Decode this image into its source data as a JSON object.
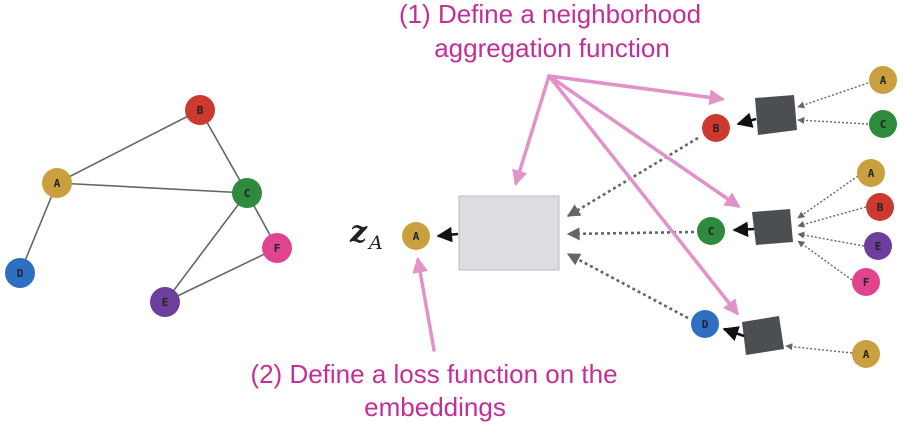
{
  "captions": {
    "step1_line1": "(1) Define a neighborhood",
    "step1_line2": "aggregation function",
    "step2_line1": "(2) Define a loss function on the",
    "step2_line2": "embeddings"
  },
  "embedding_label": {
    "main": "z",
    "subscript": "A"
  },
  "colors": {
    "A": "#c9a03d",
    "B": "#cc3a2f",
    "C": "#2e8a3c",
    "D": "#2f6fc2",
    "E": "#6d3f9c",
    "F": "#e0448f",
    "caption": "#c22f98",
    "aggregator": "#4b4f54",
    "loss_box": "#dcdde0",
    "graph_edge": "#666666",
    "dotted_edge": "#666666"
  },
  "graph": {
    "nodes": [
      "A",
      "B",
      "C",
      "D",
      "E",
      "F"
    ],
    "edges": [
      [
        "A",
        "B"
      ],
      [
        "A",
        "C"
      ],
      [
        "B",
        "C"
      ],
      [
        "A",
        "D"
      ],
      [
        "C",
        "E"
      ],
      [
        "C",
        "F"
      ],
      [
        "E",
        "F"
      ]
    ]
  },
  "computation_graph": {
    "target": "A",
    "level1": [
      {
        "node": "B",
        "neighbors": [
          "A",
          "C"
        ]
      },
      {
        "node": "C",
        "neighbors": [
          "A",
          "B",
          "E",
          "F"
        ]
      },
      {
        "node": "D",
        "neighbors": [
          "A"
        ]
      }
    ]
  }
}
